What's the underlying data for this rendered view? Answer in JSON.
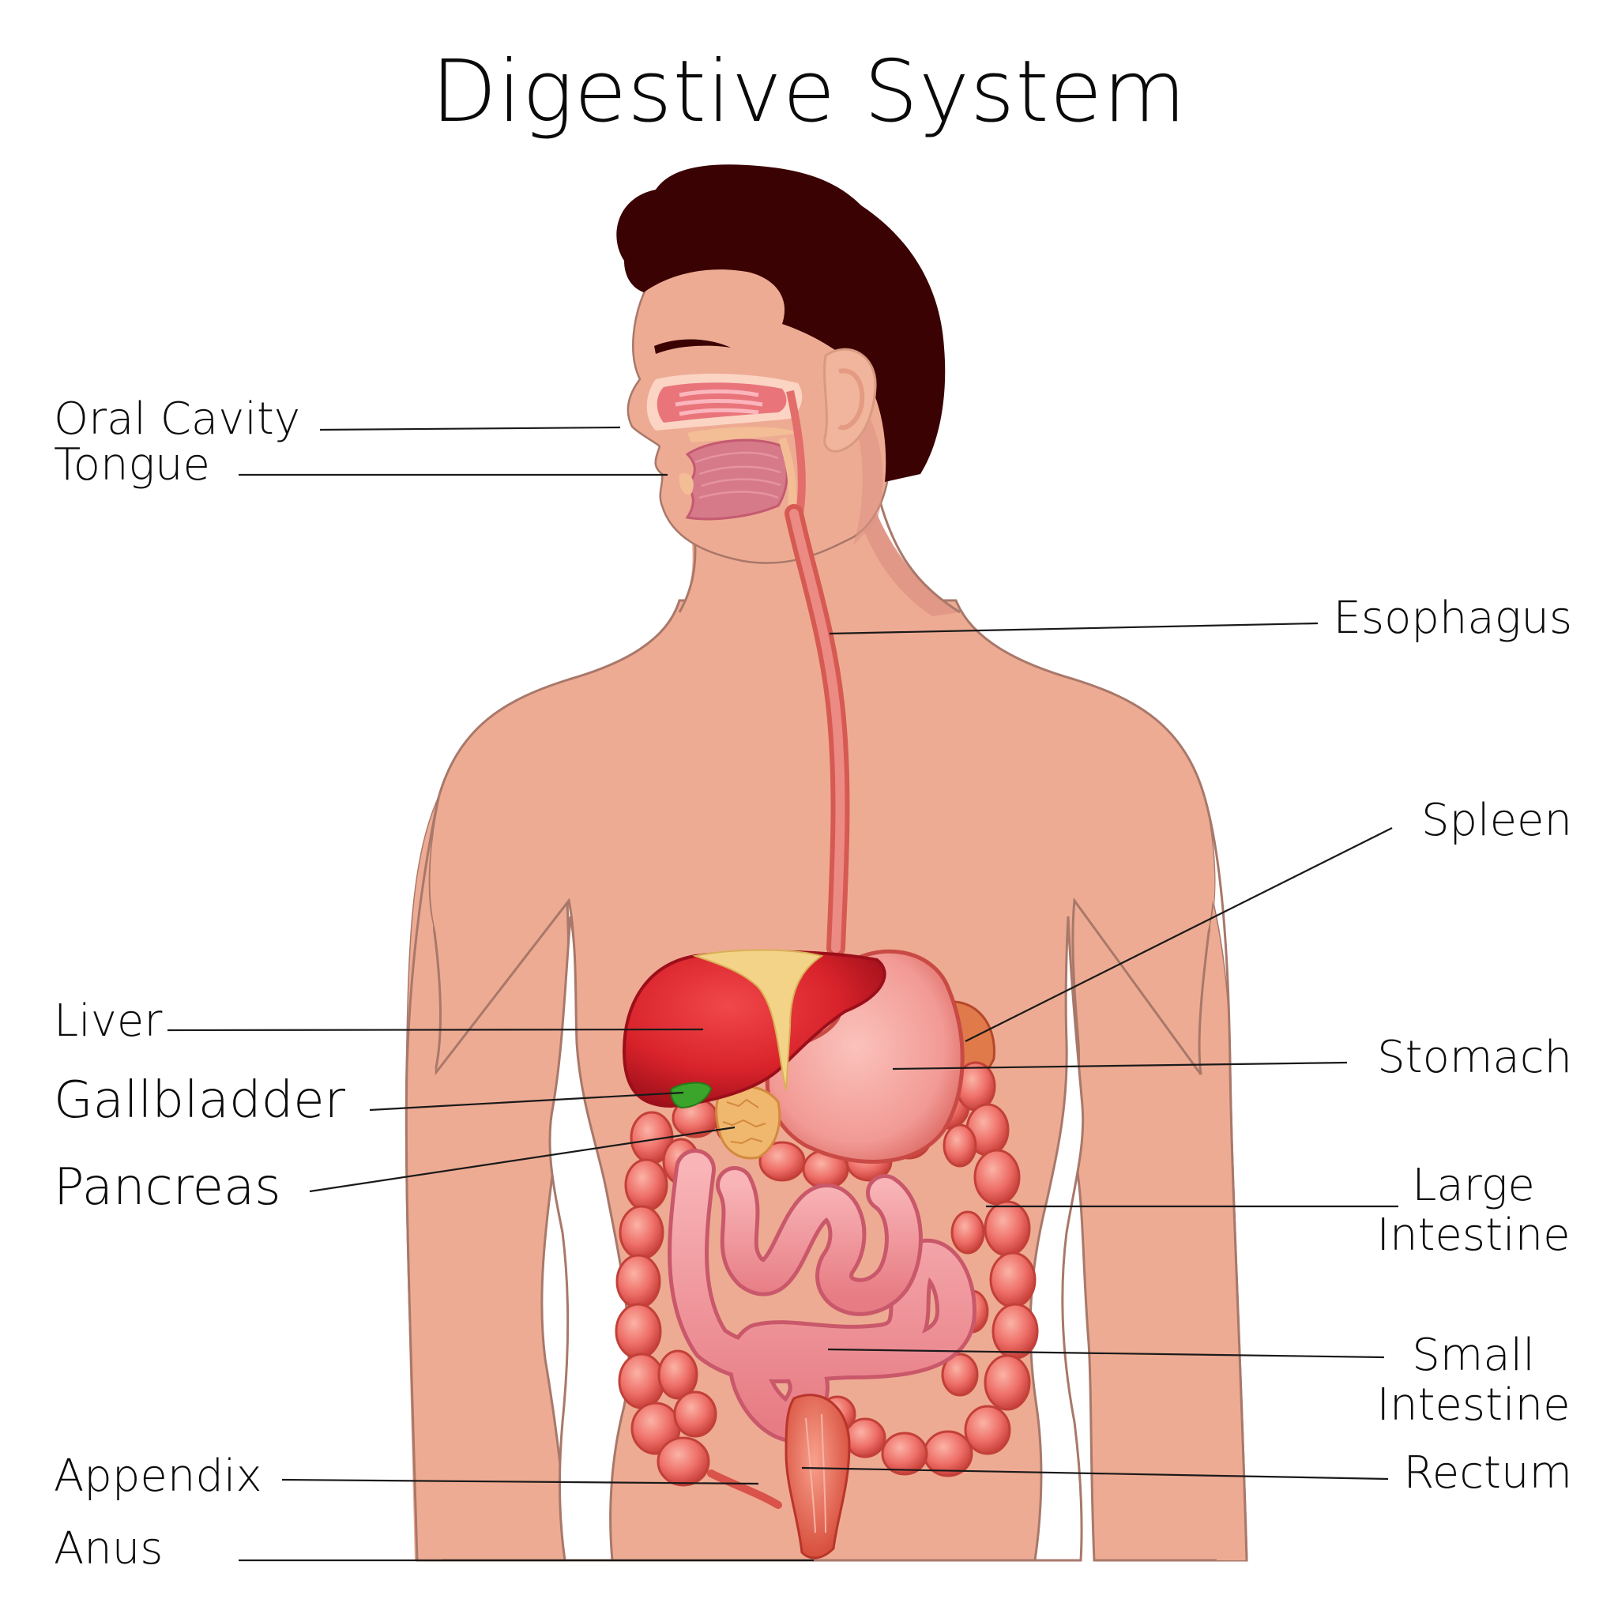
{
  "title": "Digestive System",
  "colors": {
    "skin": "#eeab93",
    "skin_shade": "#dd9484",
    "outline": "#a8786a",
    "hair": "#3a0203",
    "liver": "#d9232b",
    "gallbladder": "#3aa52a",
    "stomach": "#f4a3a0",
    "pancreas": "#f0b86e",
    "large_intestine": "#ee6f68",
    "small_intestine": "#f2959c",
    "leader_line": "#1a1a1a"
  },
  "labels": {
    "left": [
      {
        "id": "oral-cavity",
        "text": "Oral Cavity"
      },
      {
        "id": "tongue",
        "text": "Tongue"
      },
      {
        "id": "liver",
        "text": "Liver"
      },
      {
        "id": "gallbladder",
        "text": "Gallbladder"
      },
      {
        "id": "pancreas",
        "text": "Pancreas"
      },
      {
        "id": "appendix",
        "text": "Appendix"
      },
      {
        "id": "anus",
        "text": "Anus"
      }
    ],
    "right": [
      {
        "id": "esophagus",
        "text": "Esophagus"
      },
      {
        "id": "spleen",
        "text": "Spleen"
      },
      {
        "id": "stomach",
        "text": "Stomach"
      },
      {
        "id": "large-intestine",
        "line1": "Large",
        "line2": "Intestine"
      },
      {
        "id": "small-intestine",
        "line1": "Small",
        "line2": "Intestine"
      },
      {
        "id": "rectum",
        "text": "Rectum"
      }
    ]
  }
}
